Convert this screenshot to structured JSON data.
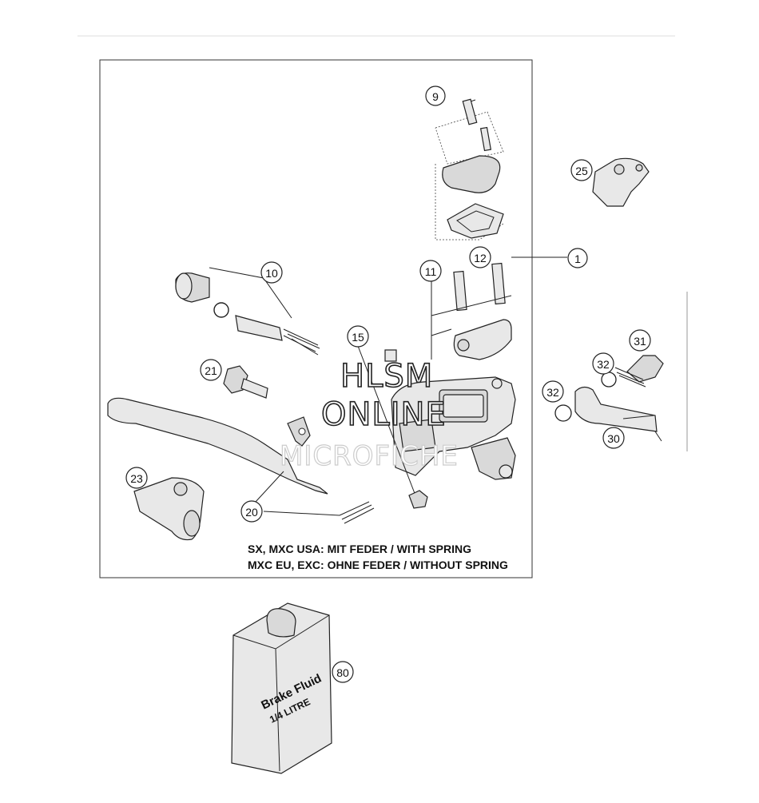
{
  "callouts": {
    "c1": "1",
    "c9": "9",
    "c10": "10",
    "c11": "11",
    "c12": "12",
    "c15": "15",
    "c20": "20",
    "c21": "21",
    "c23": "23",
    "c25": "25",
    "c30": "30",
    "c31": "31",
    "c32a": "32",
    "c32b": "32",
    "c80": "80"
  },
  "notes": {
    "line1": "SX, MXC USA: MIT FEDER / WITH SPRING",
    "line2": "MXC EU, EXC: OHNE FEDER / WITHOUT SPRING"
  },
  "bottle": {
    "label": "Brake Fluid",
    "volume": "1/4 LITRE"
  },
  "watermark": {
    "line1": "HLSM",
    "line2": "ONLINE",
    "line3": "MICROFICHE"
  }
}
